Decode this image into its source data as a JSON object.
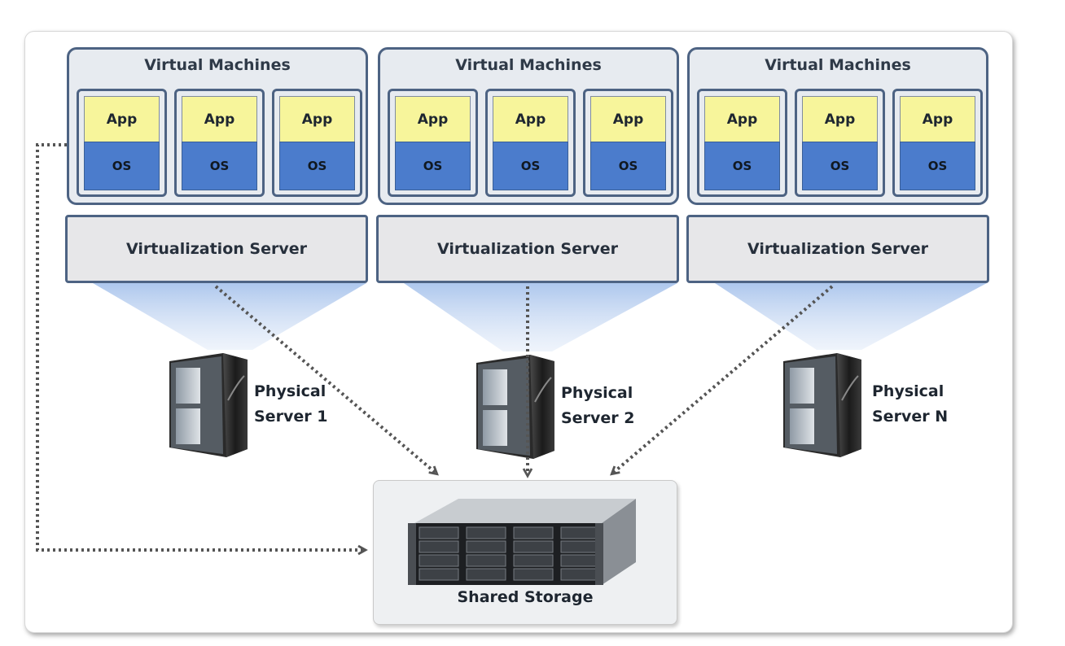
{
  "hosts": [
    {
      "title": "Virtual Machines",
      "vms": [
        {
          "app": "App",
          "os": "OS"
        },
        {
          "app": "App",
          "os": "OS"
        },
        {
          "app": "App",
          "os": "OS"
        }
      ],
      "hypervisor": "Virtualization Server",
      "physical": [
        "Physical",
        "Server 1"
      ]
    },
    {
      "title": "Virtual Machines",
      "vms": [
        {
          "app": "App",
          "os": "OS"
        },
        {
          "app": "App",
          "os": "OS"
        },
        {
          "app": "App",
          "os": "OS"
        }
      ],
      "hypervisor": "Virtualization Server",
      "physical": [
        "Physical",
        "Server 2"
      ]
    },
    {
      "title": "Virtual Machines",
      "vms": [
        {
          "app": "App",
          "os": "OS"
        },
        {
          "app": "App",
          "os": "OS"
        },
        {
          "app": "App",
          "os": "OS"
        }
      ],
      "hypervisor": "Virtualization Server",
      "physical": [
        "Physical",
        "Server N"
      ]
    }
  ],
  "storage": {
    "label": "Shared Storage"
  },
  "colors": {
    "app_fill": "#f7f59b",
    "os_fill": "#4b7ccc",
    "frame_border": "#4d6383",
    "beam": "#a9c4ec"
  }
}
